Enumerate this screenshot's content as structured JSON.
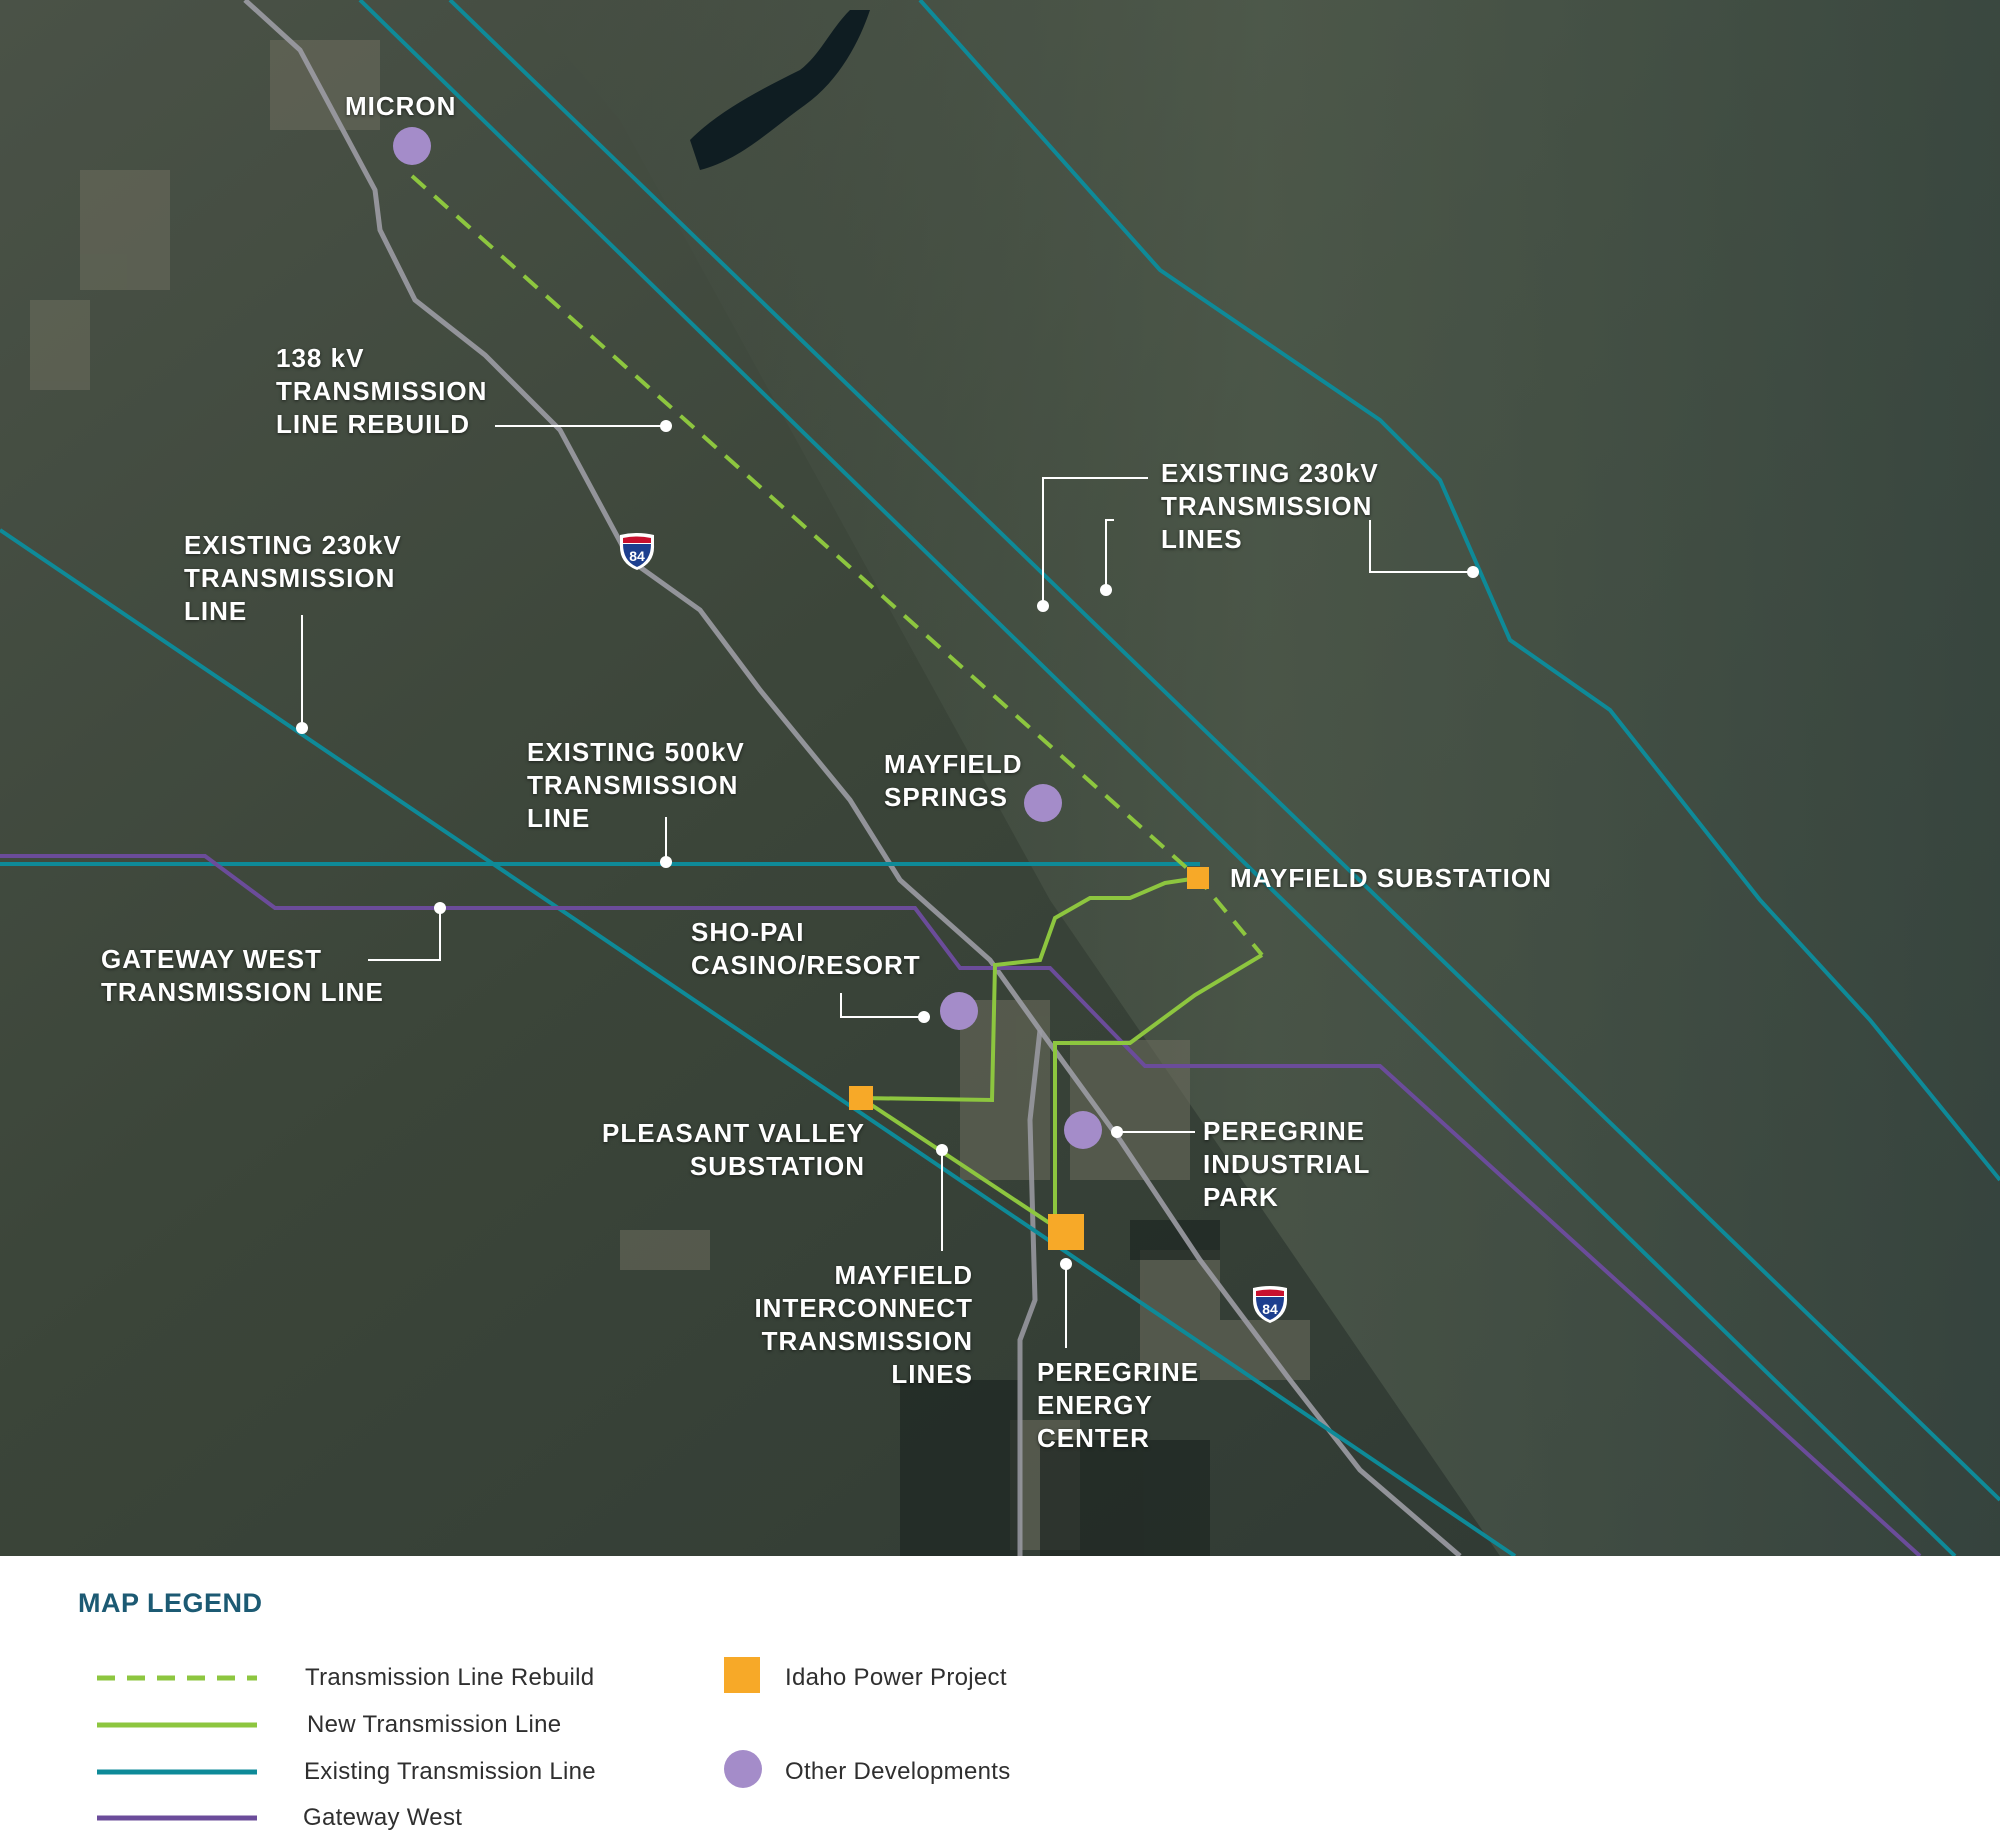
{
  "map": {
    "labels": {
      "micron": "MICRON",
      "rebuild_138": "138 kV\nTRANSMISSION\nLINE REBUILD",
      "existing_230_left": "EXISTING 230kV\nTRANSMISSION\nLINE",
      "existing_500": "EXISTING 500kV\nTRANSMISSION\nLINE",
      "existing_230_right": "EXISTING 230kV\nTRANSMISSION\nLINES",
      "mayfield_springs": "MAYFIELD\nSPRINGS",
      "mayfield_substation": "MAYFIELD SUBSTATION",
      "gateway_west": "GATEWAY WEST\nTRANSMISSION LINE",
      "sho_pai": "SHO-PAI\nCASINO/RESORT",
      "pleasant_valley": "PLEASANT VALLEY\nSUBSTATION",
      "peregrine_industrial": "PEREGRINE\nINDUSTRIAL\nPARK",
      "mayfield_interconnect": "MAYFIELD\nINTERCONNECT\nTRANSMISSION\nLINES",
      "peregrine_energy": "PEREGRINE\nENERGY\nCENTER"
    },
    "highway_shield": "84",
    "colors": {
      "rebuild": "#8dc63f",
      "new_line": "#8dc63f",
      "existing": "#0e8a98",
      "gateway_west": "#6b4c9a",
      "highway": "#9c9ca4",
      "idaho_power_project": "#f7a928",
      "other_developments": "#a48cc9",
      "shield_blue": "#1d3f8f",
      "shield_red": "#c8102e"
    }
  },
  "legend": {
    "title": "MAP LEGEND",
    "items": [
      {
        "label": "Transmission Line Rebuild",
        "symbol": "dashed-line",
        "color": "#8dc63f"
      },
      {
        "label": "New Transmission Line",
        "symbol": "solid-line",
        "color": "#8dc63f"
      },
      {
        "label": "Existing Transmission Line",
        "symbol": "solid-line",
        "color": "#0e8a98"
      },
      {
        "label": "Gateway West",
        "symbol": "solid-line",
        "color": "#6b4c9a"
      },
      {
        "label": "Idaho Power Project",
        "symbol": "square",
        "color": "#f7a928"
      },
      {
        "label": "Other Developments",
        "symbol": "circle",
        "color": "#a48cc9"
      }
    ]
  }
}
